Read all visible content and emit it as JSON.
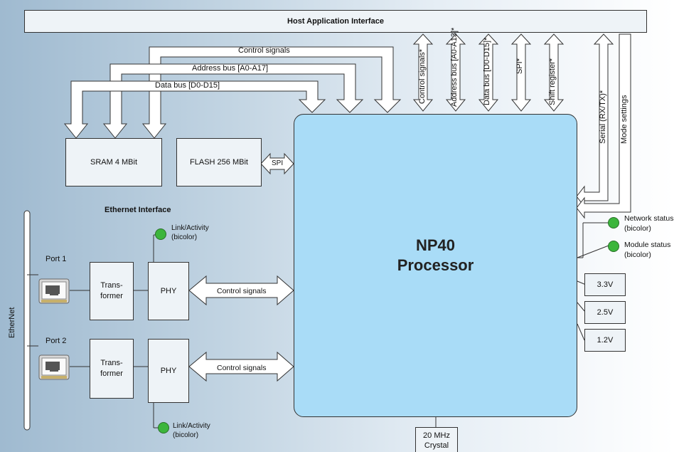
{
  "host_interface": {
    "label": "Host Application Interface"
  },
  "parallel_bus": {
    "control": "Control signals",
    "address": "Address bus [A0-A17]",
    "data": "Data bus [D0-D15]"
  },
  "host_vertical": {
    "control": "Control signals*",
    "address": "Address bus [A0-A13]*",
    "data": "Data bus [D0-D15]*",
    "spi": "SPI*",
    "shift": "Shift register*",
    "serial": "Serial (RX/TX)*",
    "mode": "Mode settings"
  },
  "memory": {
    "sram": "SRAM 4 MBit",
    "flash": "FLASH 256 MBit",
    "spi": "SPI"
  },
  "ethernet": {
    "title": "Ethernet Interface",
    "bus_label": "EtherNet",
    "ports": [
      {
        "name": "Port 1",
        "transformer": "Trans-\nformer",
        "phy": "PHY",
        "signals": "Control signals",
        "led": "Link/Activity\n(bicolor)"
      },
      {
        "name": "Port 2",
        "transformer": "Trans-\nformer",
        "phy": "PHY",
        "signals": "Control signals",
        "led": "Link/Activity\n(bicolor)"
      }
    ]
  },
  "processor": {
    "line1": "NP40",
    "line2": "Processor"
  },
  "status": {
    "network": "Network status\n(bicolor)",
    "module": "Module status\n(bicolor)"
  },
  "power": {
    "v33": "3.3V",
    "v25": "2.5V",
    "v12": "1.2V"
  },
  "crystal": {
    "label": "20 MHz\nCrystal"
  },
  "colors": {
    "processor": "#a9dcf7",
    "box": "#eef3f7",
    "led": "#3cb53c"
  }
}
